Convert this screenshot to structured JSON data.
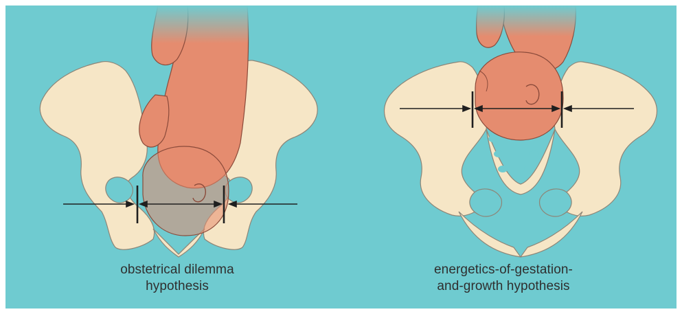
{
  "figure": {
    "background_color": "#6fcbd0",
    "bone_color": "#f6e6c6",
    "fetus_color": "#e58c6f",
    "panels": [
      {
        "caption_line1": "obstetrical dilemma",
        "caption_line2": "hypothesis"
      },
      {
        "caption_line1": "energetics-of-gestation-",
        "caption_line2": "and-growth hypothesis"
      }
    ]
  }
}
